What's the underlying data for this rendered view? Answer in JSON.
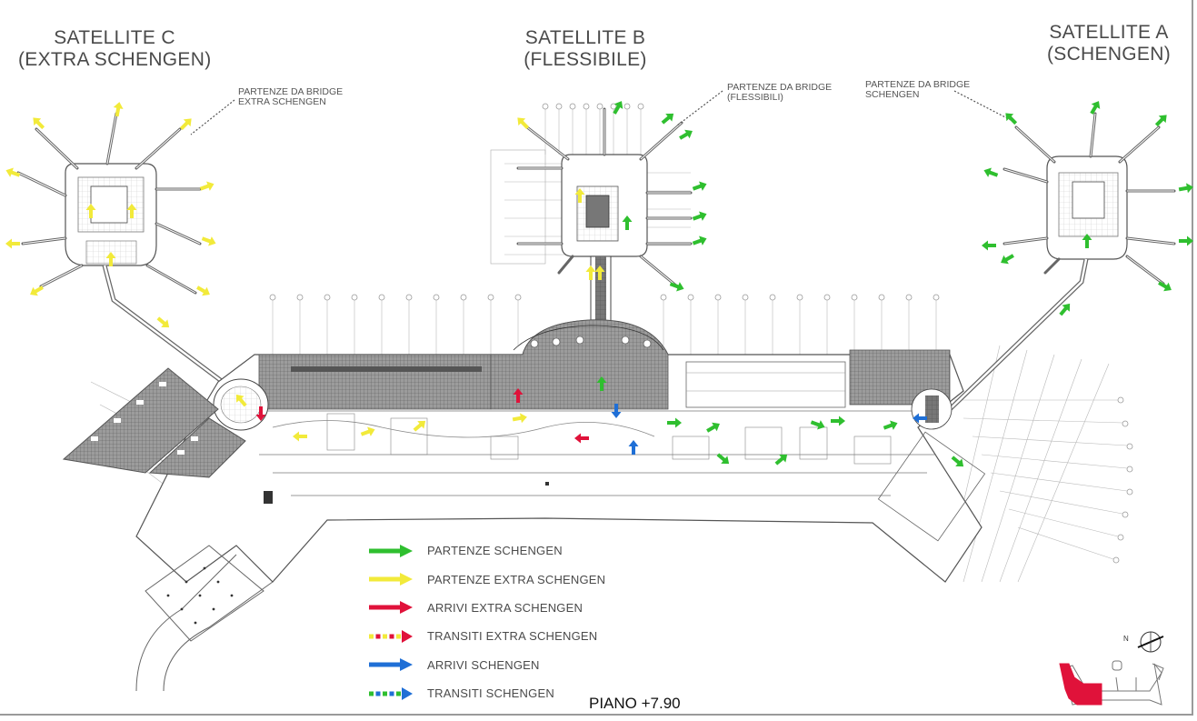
{
  "satellites": {
    "c": {
      "line1": "SATELLITE C",
      "line2": "(EXTRA SCHENGEN)"
    },
    "b": {
      "line1": "SATELLITE B",
      "line2": "(FLESSIBILE)"
    },
    "a": {
      "line1": "SATELLITE A",
      "line2": "(SCHENGEN)"
    }
  },
  "notes": {
    "c": {
      "line1": "PARTENZE DA BRIDGE",
      "line2": "EXTRA SCHENGEN"
    },
    "b": {
      "line1": "PARTENZE DA BRIDGE",
      "line2": "(FLESSIBILI)"
    },
    "a": {
      "line1": "PARTENZE DA BRIDGE",
      "line2": "SCHENGEN"
    }
  },
  "legend": [
    {
      "label": "PARTENZE SCHENGEN",
      "color": "#2fbf2f",
      "style": "arrow"
    },
    {
      "label": "PARTENZE EXTRA SCHENGEN",
      "color": "#f2ea3a",
      "style": "arrow"
    },
    {
      "label": "ARRIVI EXTRA SCHENGEN",
      "color": "#e0123a",
      "style": "arrow"
    },
    {
      "label": "TRANSITI EXTRA SCHENGEN",
      "color": "#e0123a",
      "color2": "#f2ea3a",
      "style": "dotted"
    },
    {
      "label": "ARRIVI SCHENGEN",
      "color": "#1f6fd6",
      "style": "arrow"
    },
    {
      "label": "TRANSITI SCHENGEN",
      "color": "#1f6fd6",
      "color2": "#2fbf2f",
      "style": "dotted"
    }
  ],
  "floor": {
    "label": "PIANO +7.90"
  },
  "colors": {
    "line": "#555555",
    "hatch": "#8c8c8c",
    "dark": "#6b6b6b",
    "green": "#2fbf2f",
    "yellow": "#f2ea3a",
    "red": "#e0123a",
    "blue": "#1f6fd6"
  },
  "icons": {
    "north": "compass-north-icon",
    "keyplan": "keyplan-map-icon"
  }
}
